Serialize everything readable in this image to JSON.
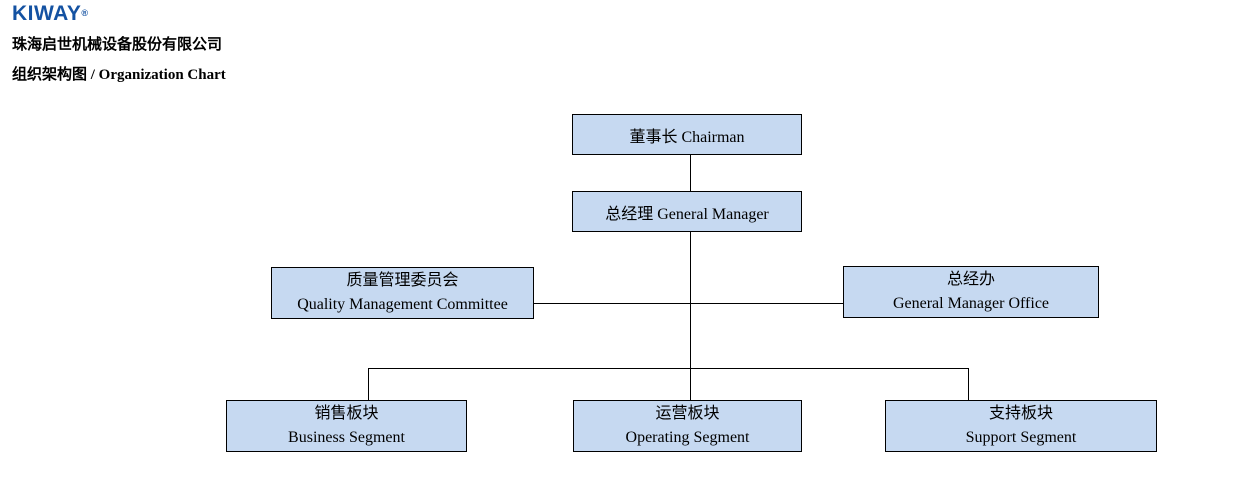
{
  "header": {
    "logo_text": "KIWAY",
    "logo_registered_mark": "®",
    "company_name": "珠海启世机械设备股份有限公司",
    "chart_title": "组织架构图 / Organization Chart"
  },
  "colors": {
    "logo_blue": "#1452a2",
    "logo_accent_light_blue": "#4aa3e0",
    "node_fill": "#c6d9f1",
    "node_border": "#000000",
    "connector": "#000000",
    "background": "#ffffff"
  },
  "nodes": {
    "chairman": {
      "label": "董事长 Chairman"
    },
    "general_manager": {
      "label": "总经理 General Manager"
    },
    "quality_management_committee": {
      "label_zh": "质量管理委员会",
      "label_en": "Quality Management Committee"
    },
    "general_manager_office": {
      "label_zh": "总经办",
      "label_en": "General Manager Office"
    },
    "business_segment": {
      "label_zh": "销售板块",
      "label_en": "Business Segment"
    },
    "operating_segment": {
      "label_zh": "运营板块",
      "label_en": "Operating Segment"
    },
    "support_segment": {
      "label_zh": "支持板块",
      "label_en": "Support Segment"
    }
  },
  "hierarchy": {
    "edges": [
      {
        "from": "chairman",
        "to": "general_manager"
      },
      {
        "from": "general_manager",
        "to": "quality_management_committee"
      },
      {
        "from": "general_manager",
        "to": "general_manager_office"
      },
      {
        "from": "general_manager",
        "to": "business_segment"
      },
      {
        "from": "general_manager",
        "to": "operating_segment"
      },
      {
        "from": "general_manager",
        "to": "support_segment"
      }
    ]
  }
}
